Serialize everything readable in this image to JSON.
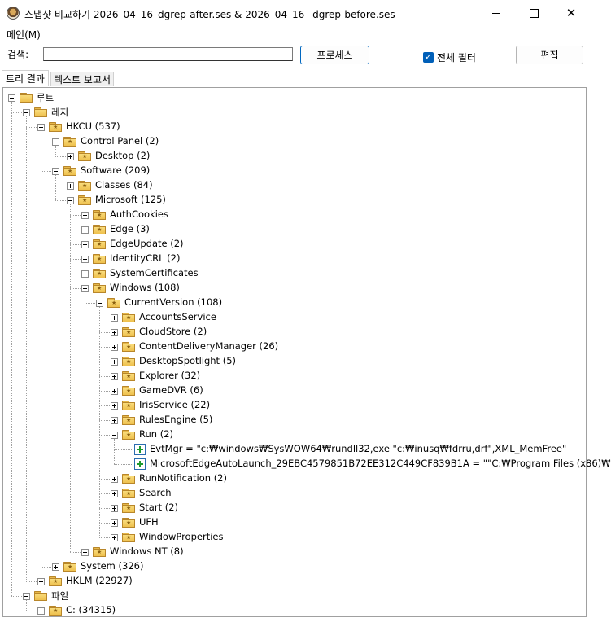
{
  "window": {
    "title": "스냅샷 비교하기 2026_04_16_dgrep-after.ses & 2026_04_16_ dgrep-before.ses",
    "minimize_glyph": "",
    "maximize_glyph": "",
    "close_glyph": "✕"
  },
  "menu": {
    "main": "메인(M)"
  },
  "toolbar": {
    "search_label": "검색:",
    "search_value": "",
    "process_button": "프로세스",
    "filter_label": "전체 필터",
    "filter_checked": true,
    "edit_button": "편집"
  },
  "tabs": [
    {
      "label": "트리 결과",
      "active": true
    },
    {
      "label": "텍스트 보고서",
      "active": false
    }
  ],
  "tree": [
    {
      "depth": 0,
      "label": "루트",
      "expander": "minus",
      "icon": "folder"
    },
    {
      "depth": 1,
      "label": "레지",
      "expander": "minus",
      "icon": "folder"
    },
    {
      "depth": 2,
      "label": "HKCU (537)",
      "expander": "minus",
      "icon": "folder-star"
    },
    {
      "depth": 3,
      "label": "Control Panel (2)",
      "expander": "minus",
      "icon": "folder-star"
    },
    {
      "depth": 4,
      "label": "Desktop (2)",
      "expander": "plus",
      "icon": "folder-star"
    },
    {
      "depth": 3,
      "label": "Software (209)",
      "expander": "minus",
      "icon": "folder-star"
    },
    {
      "depth": 4,
      "label": "Classes (84)",
      "expander": "plus",
      "icon": "folder-star"
    },
    {
      "depth": 4,
      "label": "Microsoft (125)",
      "expander": "minus",
      "icon": "folder-star"
    },
    {
      "depth": 5,
      "label": "AuthCookies",
      "expander": "plus",
      "icon": "folder-star"
    },
    {
      "depth": 5,
      "label": "Edge (3)",
      "expander": "plus",
      "icon": "folder-star"
    },
    {
      "depth": 5,
      "label": "EdgeUpdate (2)",
      "expander": "plus",
      "icon": "folder-star"
    },
    {
      "depth": 5,
      "label": "IdentityCRL (2)",
      "expander": "plus",
      "icon": "folder-star"
    },
    {
      "depth": 5,
      "label": "SystemCertificates",
      "expander": "plus",
      "icon": "folder-star"
    },
    {
      "depth": 5,
      "label": "Windows (108)",
      "expander": "minus",
      "icon": "folder-star"
    },
    {
      "depth": 6,
      "label": "CurrentVersion (108)",
      "expander": "minus",
      "icon": "folder-star"
    },
    {
      "depth": 7,
      "label": "AccountsService",
      "expander": "plus",
      "icon": "folder-star"
    },
    {
      "depth": 7,
      "label": "CloudStore (2)",
      "expander": "plus",
      "icon": "folder-star"
    },
    {
      "depth": 7,
      "label": "ContentDeliveryManager (26)",
      "expander": "plus",
      "icon": "folder-star"
    },
    {
      "depth": 7,
      "label": "DesktopSpotlight (5)",
      "expander": "plus",
      "icon": "folder-star"
    },
    {
      "depth": 7,
      "label": "Explorer (32)",
      "expander": "plus",
      "icon": "folder-star"
    },
    {
      "depth": 7,
      "label": "GameDVR (6)",
      "expander": "plus",
      "icon": "folder-star"
    },
    {
      "depth": 7,
      "label": "IrisService (22)",
      "expander": "plus",
      "icon": "folder-star"
    },
    {
      "depth": 7,
      "label": "RulesEngine (5)",
      "expander": "plus",
      "icon": "folder-star"
    },
    {
      "depth": 7,
      "label": "Run (2)",
      "expander": "minus",
      "icon": "folder-star"
    },
    {
      "depth": 8,
      "label": "EvtMgr = \"c:₩windows₩SysWOW64₩rundll32,exe \"c:₩inusq₩fdrru,drf\",XML_MemFree\"",
      "expander": "none",
      "icon": "add"
    },
    {
      "depth": 8,
      "label": "MicrosoftEdgeAutoLaunch_29EBC4579851B72EE312C449CF839B1A = \"\"C:₩Program Files (x86)₩",
      "expander": "none",
      "icon": "add"
    },
    {
      "depth": 7,
      "label": "RunNotification (2)",
      "expander": "plus",
      "icon": "folder-star"
    },
    {
      "depth": 7,
      "label": "Search",
      "expander": "plus",
      "icon": "folder-star"
    },
    {
      "depth": 7,
      "label": "Start (2)",
      "expander": "plus",
      "icon": "folder-star"
    },
    {
      "depth": 7,
      "label": "UFH",
      "expander": "plus",
      "icon": "folder-star"
    },
    {
      "depth": 7,
      "label": "WindowProperties",
      "expander": "plus",
      "icon": "folder-star"
    },
    {
      "depth": 5,
      "label": "Windows NT (8)",
      "expander": "plus",
      "icon": "folder-star"
    },
    {
      "depth": 3,
      "label": "System (326)",
      "expander": "plus",
      "icon": "folder-star"
    },
    {
      "depth": 2,
      "label": "HKLM (22927)",
      "expander": "plus",
      "icon": "folder-star"
    },
    {
      "depth": 1,
      "label": "파일",
      "expander": "minus",
      "icon": "folder"
    },
    {
      "depth": 2,
      "label": "C: (34315)",
      "expander": "plus",
      "icon": "folder-star"
    }
  ]
}
